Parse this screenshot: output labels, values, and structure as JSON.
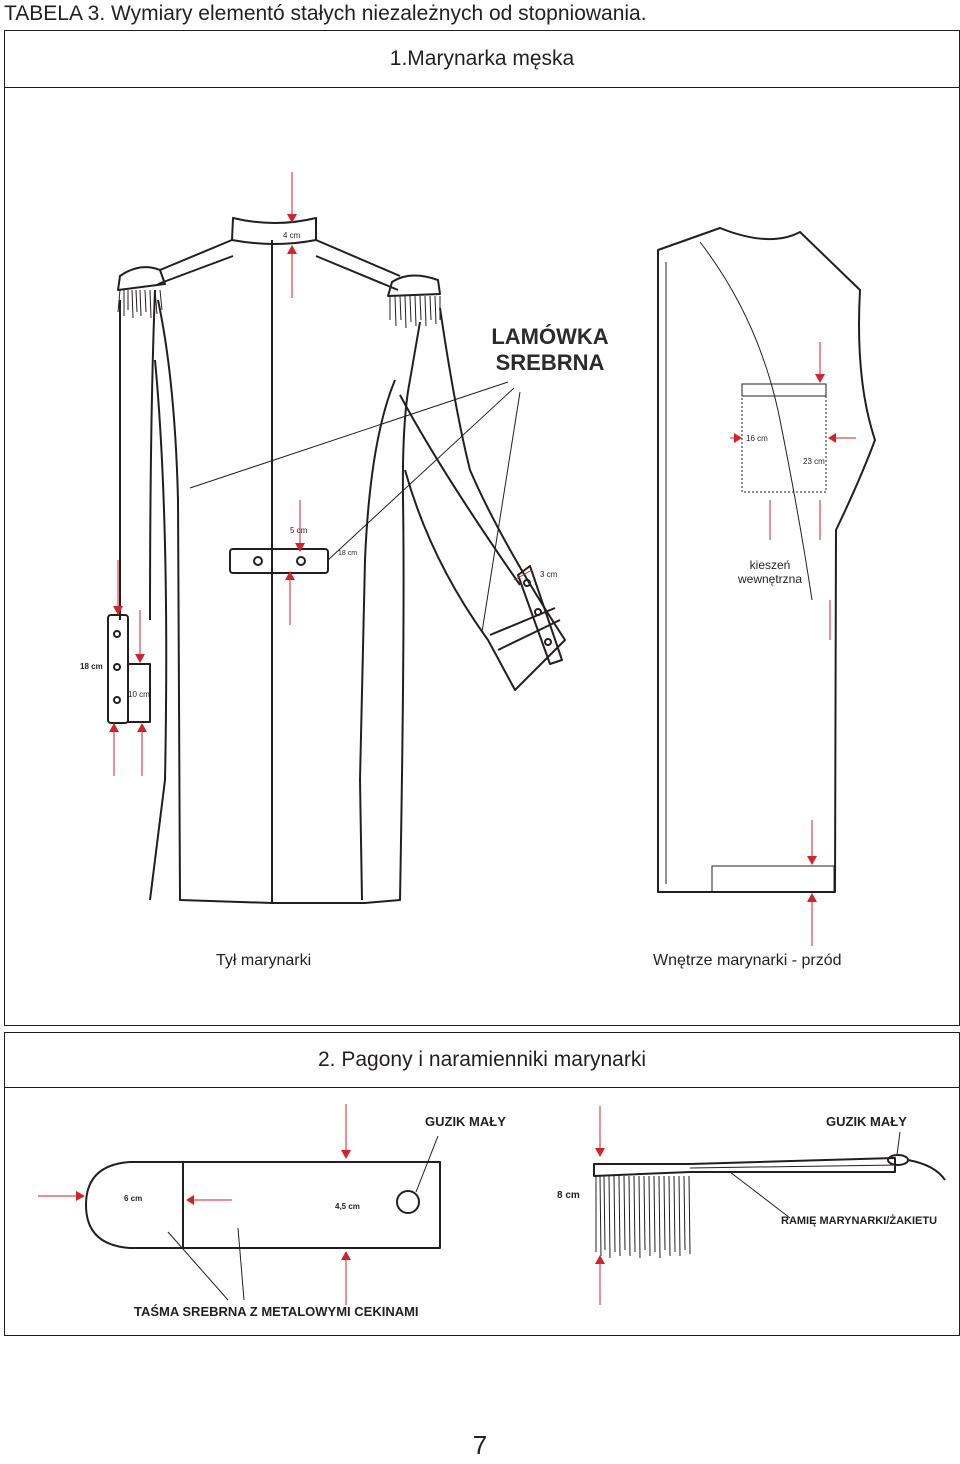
{
  "page_title": "TABELA 3. Wymiary elementó stałych niezależnych od stopniowania.",
  "section1": {
    "title": "1.Marynarka męska",
    "lamowka_label": "LAMÓWKA\nSREBRNA",
    "collar_dim": "4 cm",
    "tab_height_dim": "5 cm",
    "tab_length_dim": "18 cm",
    "cuff_dim": "3 cm",
    "sleeve_tab_length_dim": "18 cm",
    "sleeve_tab_width_dim": "10 cm",
    "pocket_width_dim": "16 cm",
    "pocket_height_dim": "23 cm",
    "pocket_label": "kieszeń\nwewnętrzna",
    "back_caption": "Tył marynarki",
    "front_caption": "Wnętrze marynarki - przód"
  },
  "section2": {
    "title": "2. Pagony i naramienniki marynarki",
    "button_label_left": "GUZIK MAŁY",
    "button_label_right": "GUZIK MAŁY",
    "strap_width_dim": "6 cm",
    "strap_inner_dim": "4,5 cm",
    "fringe_dim": "8 cm",
    "shoulder_label": "RAMIĘ MARYNARKI/ŻAKIETU",
    "tape_label": "TAŚMA SREBRNA Z METALOWYMI CEKINAMI"
  },
  "page_number": "7"
}
